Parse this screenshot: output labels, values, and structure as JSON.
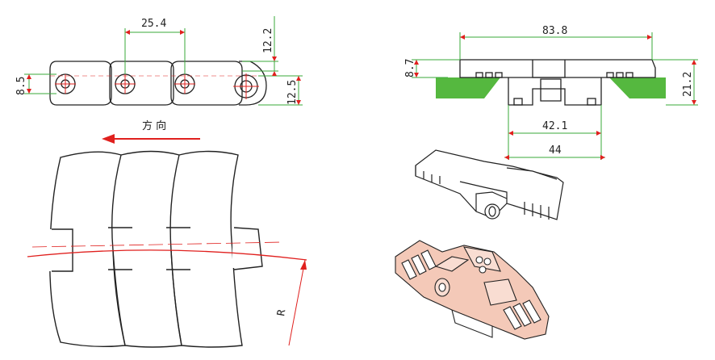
{
  "side_view": {
    "pitch": "25.4",
    "thickness": "12.2",
    "hinge_height": "8.5",
    "link_height": "12.5"
  },
  "direction_label": "方 向",
  "radius_label": "R",
  "end_view": {
    "width": "83.8",
    "top_height": "8.7",
    "overall_height": "21.2",
    "inner_width": "42.1",
    "base_width": "44"
  },
  "colors": {
    "dimension": "#3aa83a",
    "red": "#e0201e",
    "wear_strip": "#55b83f",
    "render_fill": "#f4c9b8",
    "outline": "#222222"
  }
}
